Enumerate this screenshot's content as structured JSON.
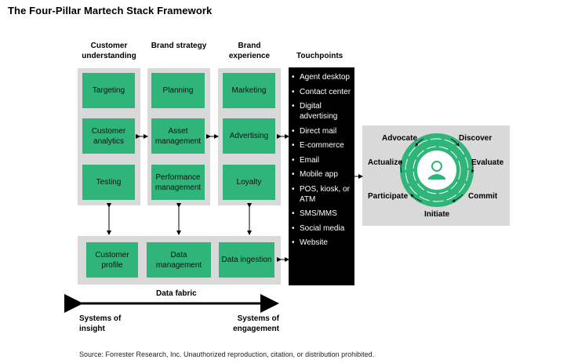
{
  "title": "The Four-Pillar Martech Stack Framework",
  "columns": [
    {
      "heading": "Customer understanding",
      "boxes": [
        "Targeting",
        "Customer analytics",
        "Testing"
      ]
    },
    {
      "heading": "Brand strategy",
      "boxes": [
        "Planning",
        "Asset management",
        "Performance management"
      ]
    },
    {
      "heading": "Brand experience",
      "boxes": [
        "Marketing",
        "Advertising",
        "Loyalty"
      ]
    }
  ],
  "touchpoints": {
    "heading": "Touchpoints",
    "items": [
      "Agent desktop",
      "Contact center",
      "Digital advertising",
      "Direct mail",
      "E-commerce",
      "Email",
      "Mobile app",
      "POS, kiosk, or ATM",
      "SMS/MMS",
      "Social media",
      "Website"
    ]
  },
  "data_fabric": {
    "label": "Data fabric",
    "boxes": [
      "Customer profile",
      "Data management",
      "Data ingestion"
    ]
  },
  "axis": {
    "left": "Systems of insight",
    "right": "Systems of engagement"
  },
  "cycle": {
    "stages": [
      "Discover",
      "Evaluate",
      "Commit",
      "Initiate",
      "Participate",
      "Actualize",
      "Advocate"
    ]
  },
  "source": "Source: Forrester Research, Inc. Unauthorized reproduction, citation, or distribution prohibited.",
  "colors": {
    "green": "#2fb57a",
    "panel": "#d9d9d9",
    "black": "#000000"
  }
}
